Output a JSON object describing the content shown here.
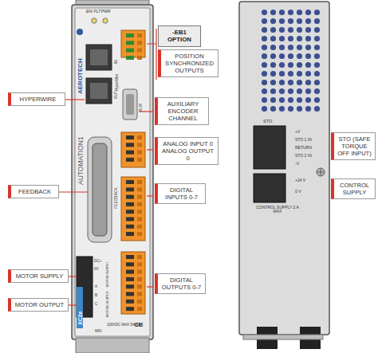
{
  "diagram": {
    "nodes": [
      {
        "text": [
          "-EB1 OPTION"
        ]
      },
      {
        "text": [
          "POSITION SYNCHRONIZED OUTPUTS"
        ]
      },
      {
        "text": [
          "HYPERWIRE"
        ]
      },
      {
        "text": [
          "AUXILIARY ENCODER CHANNEL"
        ]
      },
      {
        "text": [
          "ANALOG INPUT 0 ANALOG OUTPUT 0"
        ]
      },
      {
        "text": [
          "FEEDBACK"
        ]
      },
      {
        "text": [
          "DIGITAL INPUTS 0-7"
        ]
      },
      {
        "text": [
          "STO (SAFE TORQUE OFF INPUT)"
        ]
      },
      {
        "text": [
          "CONTROL SUPPLY"
        ]
      },
      {
        "text": [
          "MOTOR SUPPLY"
        ]
      },
      {
        "text": [
          "DIGITAL OUTPUTS 0-7"
        ]
      },
      {
        "text": [
          "MOTOR OUTPUT"
        ]
      }
    ],
    "labels": [
      "EN/ FLT",
      "PWR",
      "AEROTECH",
      "AUTOMATION1",
      "IN",
      "HyperWire",
      "OUT",
      "AUX",
      "FEEDBACK",
      "DC+",
      "0V",
      "A",
      "B",
      "C",
      "MOTOR SUPPLY",
      "MOTOR OUTPUT",
      "XC2e",
      "100VDC MAX 5A MAX",
      "MIN",
      "CE",
      "STO",
      "+V",
      "STO 1 IN",
      "RETURN",
      "STO 2 IN",
      "-V",
      "+24 V",
      "0 V",
      "CONTROL SUPPLY 2 A MAX"
    ]
  }
}
